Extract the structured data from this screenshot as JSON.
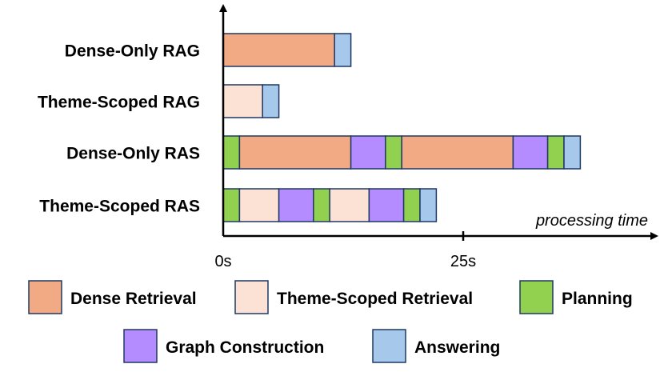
{
  "chart_data": {
    "type": "bar",
    "orientation": "horizontal-stacked",
    "xlabel": "processing time",
    "xticks": [
      {
        "value": 0,
        "label": "0s"
      },
      {
        "value": 25,
        "label": "25s"
      }
    ],
    "xlim": [
      0,
      44
    ],
    "categories": [
      "Dense-Only RAG",
      "Theme-Scoped RAG",
      "Dense-Only RAS",
      "Theme-Scoped RAS"
    ],
    "stages": {
      "dense": {
        "name": "Dense Retrieval",
        "color": "#f2aa84"
      },
      "theme": {
        "name": "Theme-Scoped Retrieval",
        "color": "#fbe2d5"
      },
      "planning": {
        "name": "Planning",
        "color": "#92d050"
      },
      "graph": {
        "name": "Graph Construction",
        "color": "#b48cff"
      },
      "answering": {
        "name": "Answering",
        "color": "#a6c8ea"
      }
    },
    "legend_order": [
      "dense",
      "theme",
      "planning",
      "graph",
      "answering"
    ],
    "rows": [
      {
        "category": "Dense-Only RAG",
        "segments": [
          {
            "stage": "dense",
            "duration": 11.6
          },
          {
            "stage": "answering",
            "duration": 1.7
          }
        ]
      },
      {
        "category": "Theme-Scoped RAG",
        "segments": [
          {
            "stage": "theme",
            "duration": 4.1
          },
          {
            "stage": "answering",
            "duration": 1.7
          }
        ]
      },
      {
        "category": "Dense-Only RAS",
        "segments": [
          {
            "stage": "planning",
            "duration": 1.7
          },
          {
            "stage": "dense",
            "duration": 11.6
          },
          {
            "stage": "graph",
            "duration": 3.6
          },
          {
            "stage": "planning",
            "duration": 1.7
          },
          {
            "stage": "dense",
            "duration": 11.6
          },
          {
            "stage": "graph",
            "duration": 3.6
          },
          {
            "stage": "planning",
            "duration": 1.7
          },
          {
            "stage": "answering",
            "duration": 1.7
          }
        ]
      },
      {
        "category": "Theme-Scoped RAS",
        "segments": [
          {
            "stage": "planning",
            "duration": 1.7
          },
          {
            "stage": "theme",
            "duration": 4.1
          },
          {
            "stage": "graph",
            "duration": 3.6
          },
          {
            "stage": "planning",
            "duration": 1.7
          },
          {
            "stage": "theme",
            "duration": 4.1
          },
          {
            "stage": "graph",
            "duration": 3.6
          },
          {
            "stage": "planning",
            "duration": 1.7
          },
          {
            "stage": "answering",
            "duration": 1.7
          }
        ]
      }
    ]
  }
}
